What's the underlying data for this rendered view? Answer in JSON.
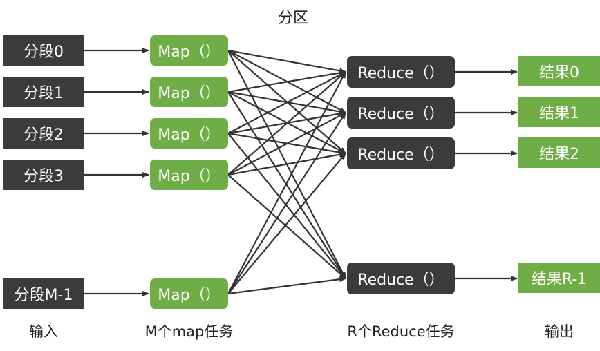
{
  "title": "分区",
  "inputs": [
    "分段0",
    "分段1",
    "分段2",
    "分段3",
    "分段M-1"
  ],
  "maps": [
    "Map（）",
    "Map（）",
    "Map（）",
    "Map（）",
    "Map（）"
  ],
  "reduces": [
    "Reduce（）",
    "Reduce（）",
    "Reduce（）",
    "Reduce（）"
  ],
  "outputs": [
    "结果0",
    "结果1",
    "结果2",
    "结果R-1"
  ],
  "column_labels": {
    "input": "输入",
    "map": "M个map任务",
    "reduce": "R个Reduce任务",
    "output": "输出"
  },
  "colors": {
    "dark_box": "#3b3b3b",
    "green_box": "#6fad47",
    "arrow": "#333333",
    "text_on_box": "#ffffff"
  }
}
